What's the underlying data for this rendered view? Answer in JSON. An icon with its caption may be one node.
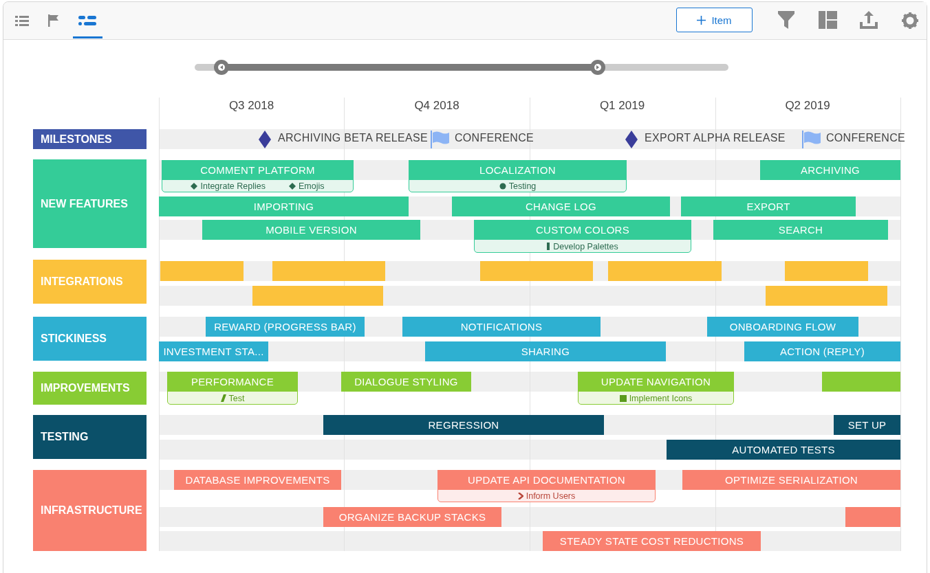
{
  "diagram": {
    "nodes": [
      {
        "text": [
          "MILESTONES"
        ]
      },
      {
        "text": [
          "NEW FEATURES"
        ]
      },
      {
        "text": [
          "INTEGRATIONS"
        ]
      },
      {
        "text": [
          "STICKINESS"
        ]
      },
      {
        "text": [
          "IMPROVEMENTS"
        ]
      },
      {
        "text": [
          "TESTING"
        ]
      },
      {
        "text": [
          "INFRASTRUCTURE"
        ]
      },
      {
        "text": [
          "COMMENT PLATFORM",
          "Integrate Replies",
          "Emojis"
        ]
      },
      {
        "text": [
          "LOCALIZATION",
          "Testing"
        ]
      },
      {
        "text": [
          "ARCHIVING"
        ]
      },
      {
        "text": [
          "IMPORTING"
        ]
      },
      {
        "text": [
          "CHANGE LOG"
        ]
      },
      {
        "text": [
          "EXPORT"
        ]
      },
      {
        "text": [
          "MOBILE VERSION"
        ]
      },
      {
        "text": [
          "CUSTOM COLORS",
          "Develop Palettes"
        ]
      },
      {
        "text": [
          "SEARCH"
        ]
      },
      {
        "text": [],
        "shape": "bar"
      },
      {
        "text": [],
        "shape": "bar"
      },
      {
        "text": [],
        "shape": "bar"
      },
      {
        "text": [],
        "shape": "bar"
      },
      {
        "text": [],
        "shape": "bar"
      },
      {
        "text": [],
        "shape": "bar"
      },
      {
        "text": [],
        "shape": "bar"
      },
      {
        "text": [
          "REWARD (PROGRESS BAR)"
        ]
      },
      {
        "text": [
          "NOTIFICATIONS"
        ]
      },
      {
        "text": [
          "ONBOARDING FLOW"
        ]
      },
      {
        "text": [
          "INVESTMENT STA..."
        ]
      },
      {
        "text": [
          "SHARING"
        ]
      },
      {
        "text": [
          "ACTION (REPLY)"
        ]
      },
      {
        "text": [
          "PERFORMANCE",
          "Test"
        ]
      },
      {
        "text": [
          "DIALOGUE STYLING"
        ]
      },
      {
        "text": [
          "UPDATE NAVIGATION",
          "Implement Icons"
        ]
      },
      {
        "text": [],
        "shape": "bar"
      },
      {
        "text": [
          "REGRESSION"
        ]
      },
      {
        "text": [
          "SET UP"
        ]
      },
      {
        "text": [
          "AUTOMATED TESTS"
        ]
      },
      {
        "text": [
          "DATABASE IMPROVEMENTS"
        ]
      },
      {
        "text": [
          "UPDATE API DOCUMENTATION",
          "Inform Users"
        ]
      },
      {
        "text": [
          "OPTIMIZE SERIALIZATION"
        ]
      },
      {
        "text": [
          "ORGANIZE BACKUP STACKS"
        ]
      },
      {
        "text": [],
        "shape": "bar"
      },
      {
        "text": [
          "STEADY STATE COST REDUCTIONS"
        ]
      }
    ],
    "labels": [
      "Item",
      "Q3 2018",
      "Q4 2018",
      "Q1 2019",
      "Q2 2019",
      "ARCHIVING BETA RELEASE",
      "CONFERENCE",
      "EXPORT ALPHA RELEASE",
      "CONFERENCE"
    ]
  }
}
